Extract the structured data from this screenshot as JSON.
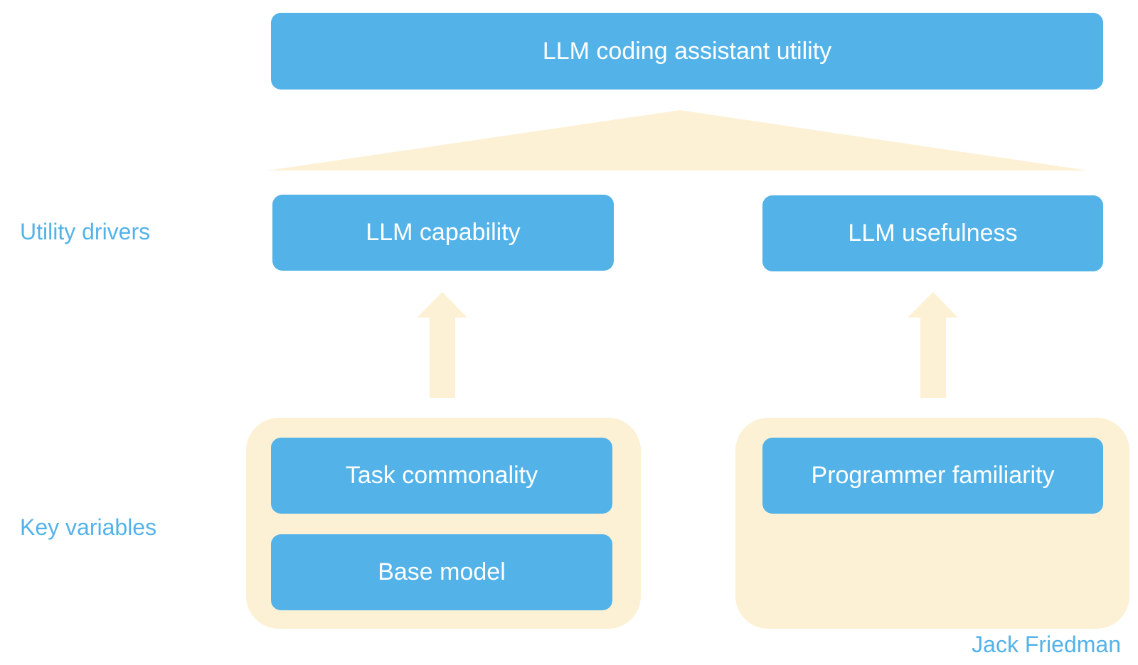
{
  "top": {
    "label": "LLM coding assistant utility"
  },
  "levels": {
    "drivers_label": "Utility drivers",
    "variables_label": "Key variables"
  },
  "drivers": {
    "capability": "LLM capability",
    "usefulness": "LLM usefulness"
  },
  "variables": {
    "task_commonality": "Task commonality",
    "base_model": "Base model",
    "programmer_familiarity": "Programmer familiarity"
  },
  "credit": "Jack Friedman",
  "colors": {
    "box": "#53b3e8",
    "box_text": "#ffffff",
    "accent_shape": "#fdf1d5",
    "label_text": "#53b3e8"
  }
}
